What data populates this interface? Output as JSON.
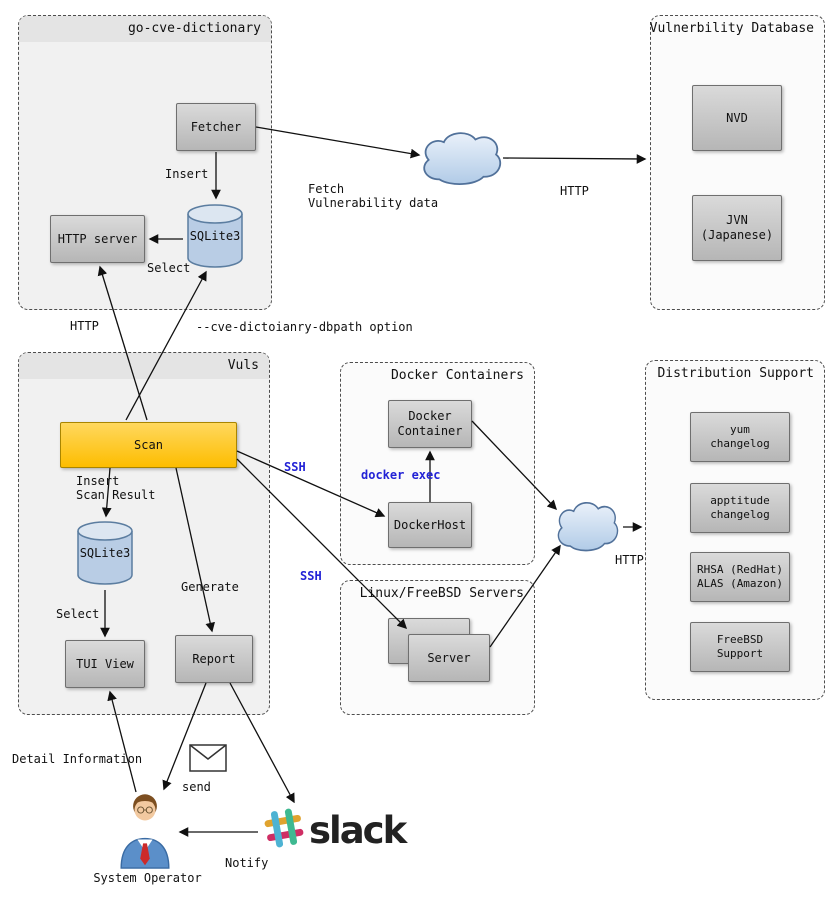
{
  "groups": {
    "dict": {
      "title": "go-cve-dictionary"
    },
    "vulndb": {
      "title": "Vulnerbility Database"
    },
    "vuls": {
      "title": "Vuls"
    },
    "docker": {
      "title": "Docker Containers"
    },
    "linux": {
      "title": "Linux/FreeBSD Servers"
    },
    "dist": {
      "title": "Distribution Support"
    }
  },
  "nodes": {
    "fetcher": {
      "label": "Fetcher"
    },
    "http_server": {
      "label": "HTTP server"
    },
    "sqlite3_dict": {
      "label": "SQLite3"
    },
    "nvd": {
      "label": "NVD"
    },
    "jvn": {
      "label": "JVN\n(Japanese)"
    },
    "scan": {
      "label": "Scan"
    },
    "sqlite3_vuls": {
      "label": "SQLite3"
    },
    "tui_view": {
      "label": "TUI View"
    },
    "report": {
      "label": "Report"
    },
    "docker_container": {
      "label": "Docker\nContainer"
    },
    "docker_host": {
      "label": "DockerHost"
    },
    "server": {
      "label": "Server"
    },
    "yum_changelog": {
      "label": "yum\nchangelog"
    },
    "apptitude_changelog": {
      "label": "apptitude\nchangelog"
    },
    "rhsa_alas": {
      "label": "RHSA (RedHat)\nALAS (Amazon)"
    },
    "freebsd_support": {
      "label": "FreeBSD Support"
    }
  },
  "edge_labels": {
    "insert": "Insert",
    "select_dict": "Select",
    "fetch_vulnerability_data": "Fetch\nVulnerability data",
    "http_to_vulndb": "HTTP",
    "http_to_server": "HTTP",
    "dbpath_option": "--cve-dictoianry-dbpath option",
    "insert_scan_result": "Insert\nScan Result",
    "select_vuls": "Select",
    "generate": "Generate",
    "ssh_docker": "SSH",
    "ssh_linux": "SSH",
    "docker_exec": "docker exec",
    "http_to_dist": "HTTP",
    "detail_information": "Detail Information",
    "send": "send",
    "notify": "Notify"
  },
  "actors": {
    "system_operator": "System Operator",
    "slack_wordmark": "slack"
  },
  "colors": {
    "scan_fill": "#fdbd00",
    "node_fill": "#c6c6c6",
    "database_fill": "#b9cde5",
    "cloud_fill": "#c3d6ee",
    "ssh_label_color": "#2323d6",
    "slack_hash_blue": "#4eb3d3",
    "slack_hash_green": "#3eb991",
    "slack_hash_yellow": "#e0a32e",
    "slack_hash_pink": "#cf2e64"
  }
}
